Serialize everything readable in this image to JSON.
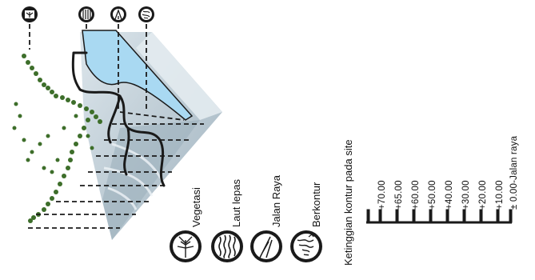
{
  "legend": {
    "items": [
      {
        "key": "vegetasi",
        "label": "Vegetasi",
        "icon": "tree-icon"
      },
      {
        "key": "laut_lepas",
        "label": "Laut lepas",
        "icon": "waves-icon"
      },
      {
        "key": "jalan_raya",
        "label": "Jalan Raya",
        "icon": "road-icon"
      },
      {
        "key": "berkontur",
        "label": "Berkontur",
        "icon": "contour-hand-icon"
      }
    ]
  },
  "scale": {
    "title": "Ketinggian kontur pada site",
    "levels": [
      "+70.00",
      "+65.00",
      "+60.00",
      "+50.00",
      "+40.00",
      "+30.00",
      "+20.00",
      "+10.00",
      "± 0.00-Jalan raya"
    ]
  },
  "colors": {
    "water": "#a9d9f2",
    "terrain": "#c5d3dc",
    "terrain_dark": "#9fb3bf",
    "vegetation": "#3d6e2a",
    "road": "#1a1a1a"
  }
}
